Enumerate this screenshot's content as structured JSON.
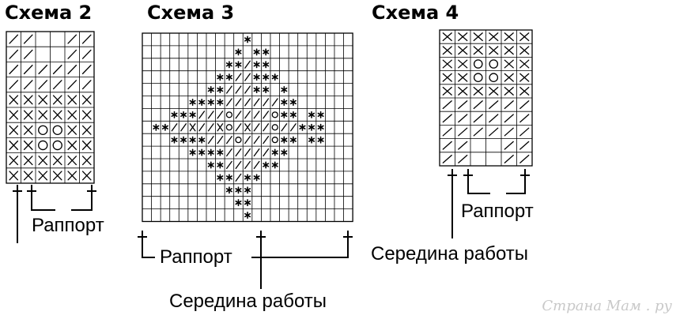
{
  "titles": [
    "Схема 2",
    "Схема 3",
    "Схема 4"
  ],
  "labels": {
    "rapport": "Раппорт",
    "middle": "Середина работы"
  },
  "watermark": "Страна Мам . ру",
  "colors": {
    "ink": "#000000",
    "grid": "#000000",
    "watermark": "#c9c9c9"
  },
  "legend_symbols": {
    "/": "slash-stitch",
    "x": "cross-stitch",
    "o": "circle-stitch",
    "*": "asterisk-stitch",
    ".": "empty-cell"
  },
  "schemes": [
    {
      "rows": [
        "//..//",
        "//..//",
        "//////",
        "//////",
        "xxxxxx",
        "xxxxxx",
        "xxooxx",
        "xxooxx",
        "xxxxxx",
        "xxxxxx"
      ]
    },
    {
      "rows": [
        "...........*...........",
        "..........*.**.........",
        ".........**/**.........",
        "........**//***........",
        ".......**///**.*.......",
        ".....****//////**......",
        "...***///o////o**.**...",
        ".**//x//xo/x//o//***...",
        "...****///o///o**.**...",
        ".....****/////**.......",
        ".......**////**........",
        "........**/**..........",
        ".........***...........",
        "..........**...........",
        "...........*..........."
      ]
    },
    {
      "rows": [
        "xxxxxx",
        "xxxxxx",
        "xxooxx",
        "xxooxx",
        "xxxxxx",
        "//////",
        "//////",
        "//////",
        "//..//",
        "//..//"
      ]
    }
  ]
}
